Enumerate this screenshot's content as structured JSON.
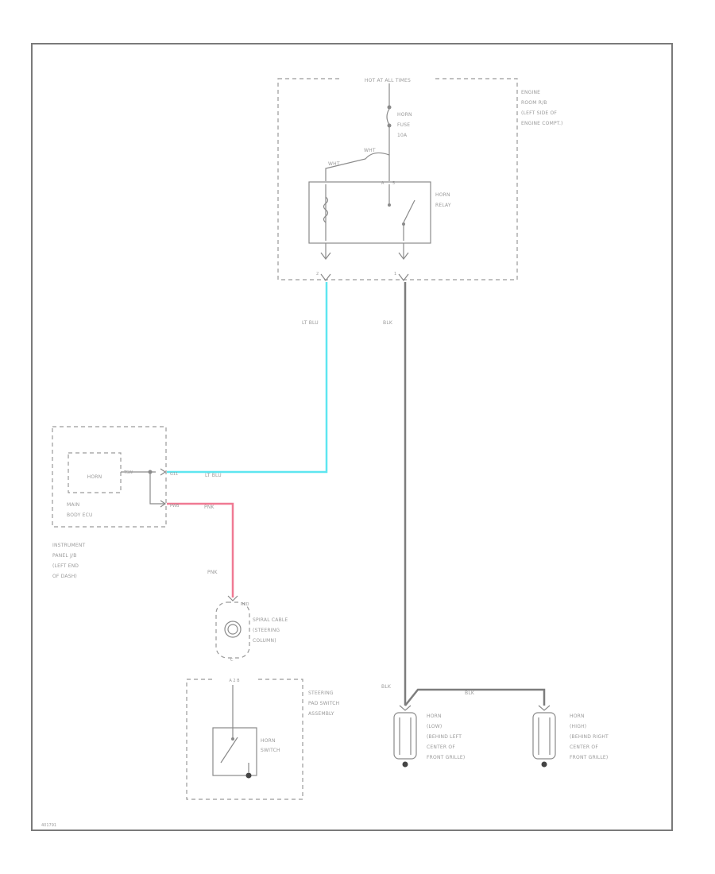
{
  "colors": {
    "frame": "#7a7a7a",
    "wire_lt_blu": "#5ee6f0",
    "wire_pnk": "#f07a93",
    "wire_blk": "#7d7d7d",
    "text": "#9a9a9a"
  },
  "engine_room": {
    "hot_label": "HOT AT ALL TIMES",
    "location": [
      "ENGINE",
      "ROOM R/B",
      "(LEFT SIDE OF",
      "ENGINE COMPT.)"
    ],
    "fuse": [
      "HORN",
      "FUSE",
      "10A"
    ],
    "wht_upper": "WHT",
    "wht_lower": "WHT",
    "relay": [
      "HORN",
      "RELAY"
    ],
    "pin_left": "2",
    "pin_right": "1",
    "pin_a": "A",
    "pin_b": "5"
  },
  "wires": {
    "lt_blu_vertical": "LT BLU",
    "blk_vertical": "BLK",
    "lt_blu_horizontal": "LT BLU",
    "pnk_horizontal": "PNK",
    "pnk_vertical": "PNK",
    "blk_horn_left": "BLK",
    "blk_horn_bridge": "BLK"
  },
  "body_ecu": {
    "inner": "HORN",
    "terminal": "TSW",
    "pin_top": "G11",
    "pin_bottom": "PWB",
    "name": [
      "MAIN",
      "BODY ECU"
    ],
    "location": [
      "INSTRUMENT",
      "PANEL J/B",
      "(LEFT END",
      "OF DASH)"
    ]
  },
  "spiral_cable": {
    "pin": "RED",
    "name": [
      "SPIRAL CABLE",
      "(STEERING",
      "COLUMN)"
    ]
  },
  "steering_pad": {
    "pins": "A   2   B",
    "name": [
      "STEERING",
      "PAD SWITCH",
      "ASSEMBLY"
    ],
    "switch": [
      "HORN",
      "SWITCH"
    ]
  },
  "horn_low": [
    "HORN",
    "(LOW)",
    "(BEHIND LEFT",
    "CENTER OF",
    "FRONT GRILLE)"
  ],
  "horn_high": [
    "HORN",
    "(HIGH)",
    "(BEHIND RIGHT",
    "CENTER OF",
    "FRONT GRILLE)"
  ],
  "diagram_id": "401791"
}
